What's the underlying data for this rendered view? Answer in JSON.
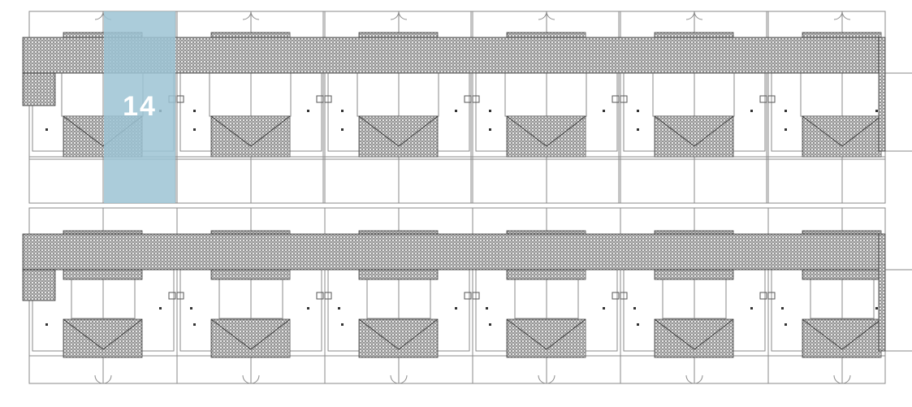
{
  "plan": {
    "highlighted_lot": {
      "label": "14",
      "color": "#9cc3d3"
    },
    "roof_hatch_color": "#555555",
    "line_color": "#8a8a8a",
    "modules_per_row": 6,
    "rows": 2
  }
}
